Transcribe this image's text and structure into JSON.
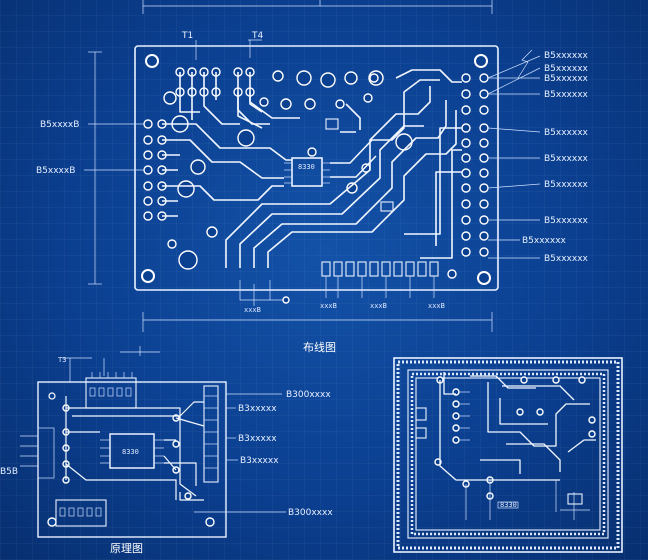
{
  "main_board": {
    "caption": "布线图",
    "label_top_1": "T1",
    "label_top_2": "T4",
    "left_labels": [
      "B5xxxxB",
      "B5xxxxB"
    ],
    "right_labels": [
      "B5xxxxxx",
      "B5xxxxxx",
      "B5xxxxxx",
      "B5xxxxxx",
      "B5xxxxxx",
      "B5xxxxxx",
      "B5xxxxxx",
      "B5xxxxxx",
      "B5xxxxxx",
      "B5xxxxxx"
    ],
    "chip_label": "8330",
    "bottom_labels": [
      "xxxB",
      "xxxB",
      "xxxB",
      "xxxB"
    ]
  },
  "schematic": {
    "caption": "原理图",
    "top_label": "T3",
    "chip_label": "8330",
    "side_labels": [
      "B300xxxx",
      "B3xxxxx",
      "B3xxxxx",
      "B3xxxxx",
      "B300xxxx"
    ],
    "left_label": "B5B"
  },
  "detail_board": {
    "chip_label": "8330"
  },
  "colors": {
    "background": "#0b3f90",
    "line": "#ffffff"
  }
}
